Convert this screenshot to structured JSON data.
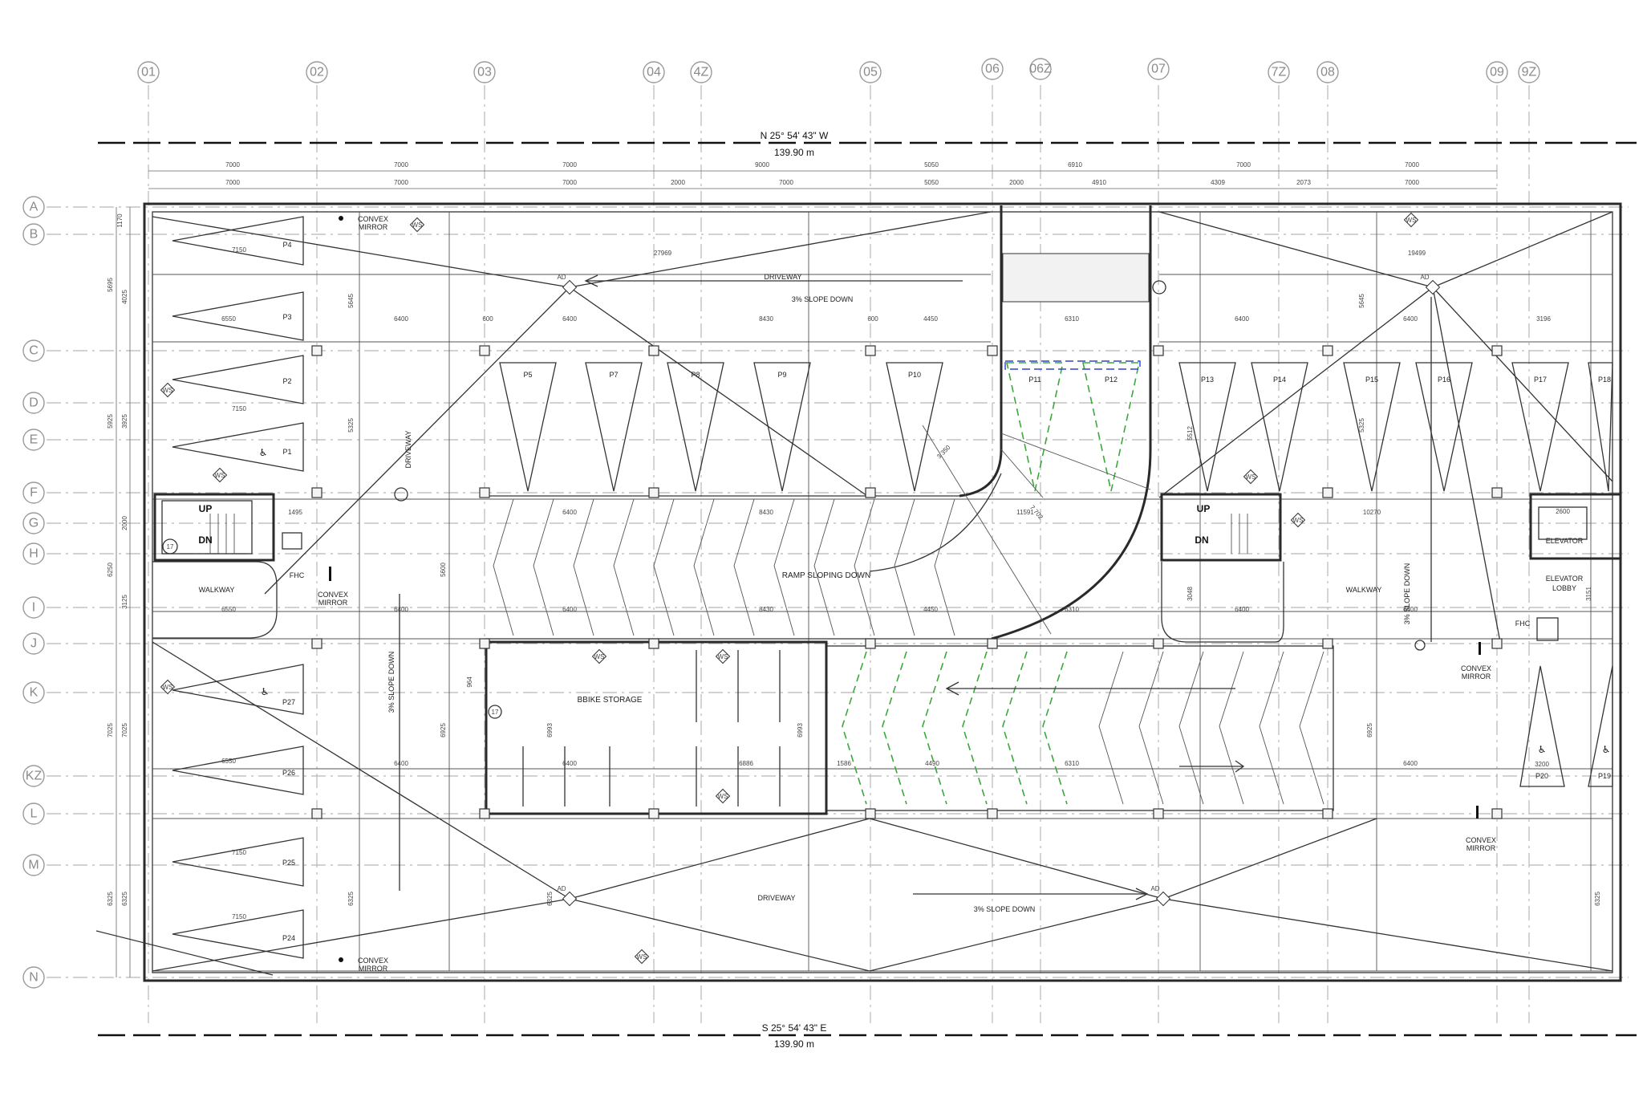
{
  "bearings": {
    "top_bearing": "N 25° 54' 43\" W",
    "top_length": "139.90 m",
    "bottom_bearing": "S 25° 54' 43\" E",
    "bottom_length": "139.90 m"
  },
  "grid_columns": [
    "01",
    "02",
    "03",
    "04",
    "4Z",
    "05",
    "06",
    "06Z",
    "07",
    "7Z",
    "08",
    "09",
    "9Z"
  ],
  "grid_rows": [
    "A",
    "B",
    "C",
    "D",
    "E",
    "F",
    "G",
    "H",
    "I",
    "J",
    "K",
    "KZ",
    "L",
    "M",
    "N"
  ],
  "dim_row_1": [
    "7000",
    "7000",
    "7000",
    "9000",
    "5050",
    "6910",
    "7000",
    "7000"
  ],
  "dim_row_2": [
    "7000",
    "7000",
    "7000",
    "2000",
    "7000",
    "5050",
    "2000",
    "4910",
    "4309",
    "2073",
    "7000"
  ],
  "parking": {
    "left": [
      "P4",
      "P3",
      "P2",
      "P1",
      "P27",
      "P26",
      "P25",
      "P24"
    ],
    "top_row": [
      "P5",
      "P7",
      "P8",
      "P9",
      "P10",
      "P11",
      "P12",
      "P13",
      "P14",
      "P15",
      "P16",
      "P17",
      "P18"
    ],
    "right": [
      "P20",
      "P19"
    ]
  },
  "labels": {
    "driveway": "DRIVEWAY",
    "slope_down": "3% SLOPE DOWN",
    "ramp_sloping_down": "RAMP SLOPING DOWN",
    "bike_storage": "BBIKE STORAGE",
    "walkway": "WALKWAY",
    "convex_mirror_1": "CONVEX",
    "convex_mirror_2": "MIRROR",
    "fhc": "FHC",
    "elevator": "ELEVATOR",
    "elevator_lobby_1": "ELEVATOR",
    "elevator_lobby_2": "LOBBY",
    "up": "UP",
    "dn": "DN",
    "ad": "AD",
    "ws": "WS",
    "radius_1": "3 350",
    "radius_2": "7 702",
    "stair_no": "17",
    "dim_27969": "27969",
    "dim_19499": "19499",
    "dim_7150": "7150",
    "dim_6550": "6550",
    "dim_6400": "6400",
    "dim_8430": "8430",
    "dim_4450": "4450",
    "dim_6310": "6310",
    "dim_600": "600",
    "dim_3196": "3196",
    "dim_1495": "1495",
    "dim_11591": "11591",
    "dim_10270": "10270",
    "dim_2600": "2600",
    "dim_3200": "3200",
    "dim_1586": "1586",
    "dim_4490": "4490",
    "dim_6886": "6886",
    "dim_5325": "5325",
    "dim_5645": "5645",
    "dim_5600": "5600",
    "dim_6925": "6925",
    "dim_6325": "6325",
    "dim_6993": "6993",
    "dim_5512": "5512",
    "dim_3048": "3048",
    "dim_3151": "3151",
    "dim_964": "964"
  },
  "left_dims": [
    "1170",
    "5695",
    "4025",
    "5925",
    "3925",
    "2000",
    "6250",
    "3125",
    "7025",
    "7025",
    "6325",
    "6325"
  ]
}
